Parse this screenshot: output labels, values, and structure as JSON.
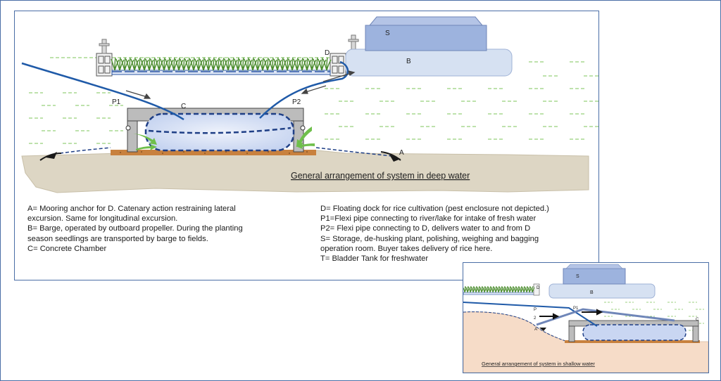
{
  "main": {
    "title": "General arrangement of system in deep water",
    "labels": {
      "S": "S",
      "B": "B",
      "D": "D",
      "C": "C",
      "P1": "P1",
      "P2": "P2",
      "A": "A"
    },
    "legend_left": [
      "A= Mooring anchor for D. Catenary action restraining lateral",
      "excursion. Same for longitudinal excursion.",
      "B= Barge, operated by  outboard propeller. During the planting",
      "season seedlings are transported by barge to fields.",
      "C= Concrete Chamber"
    ],
    "legend_right": [
      "D= Floating dock for rice cultivation (pest enclosure not depicted.)",
      "P1=Flexi pipe connecting to river/lake for intake of fresh water",
      "P2= Flexi pipe connecting to D, delivers water to and from D",
      "S= Storage, de-husking plant, polishing, weighing and bagging",
      "operation room. Buyer takes delivery of rice here.",
      "T= Bladder Tank for freshwater"
    ]
  },
  "inset": {
    "title": "General arrangement of system in shallow water",
    "labels": {
      "S": "S",
      "B": "B",
      "D": "D",
      "P": "P",
      "two": "2",
      "P1": "P1",
      "A": "A",
      "C": "C"
    }
  },
  "colors": {
    "border": "#4a6ea6",
    "ground": "#ddd6c4",
    "ground_inset": "#f6dcc8",
    "water_dash": "#7cc45a",
    "pipe": "#1f5aa8",
    "tank": "#c9d6f2",
    "storage": "#9db3de",
    "barge": "#d6e1f2",
    "concrete": "#bcbcbc",
    "gravel": "#c8813e",
    "plants": "#4b8d2e"
  }
}
